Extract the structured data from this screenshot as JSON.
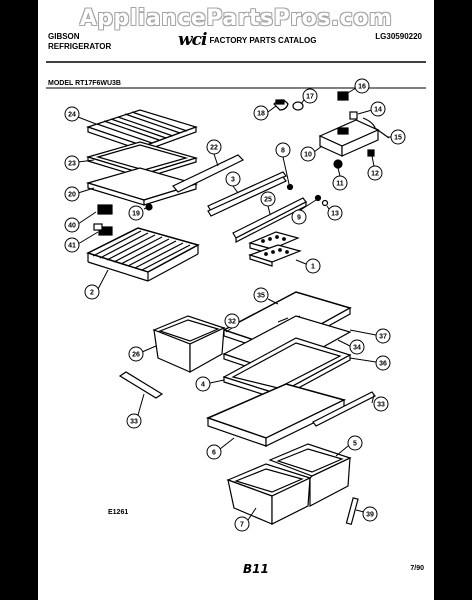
{
  "watermark": "AppliancePartsPros.com",
  "header": {
    "brand_line1": "GIBSON",
    "brand_line2": "REFRIGERATOR",
    "logo_text": "wci",
    "catalog_title": "FACTORY PARTS CATALOG",
    "catalog_number": "LG30590220"
  },
  "model_label": "MODEL RT17F6WU3B",
  "diagram_code": "E1261",
  "page_label": "B11",
  "date_label": "7/90",
  "callouts": [
    "24",
    "23",
    "20",
    "40",
    "41",
    "19",
    "22",
    "3",
    "8",
    "25",
    "9",
    "13",
    "1",
    "2",
    "18",
    "17",
    "16",
    "14",
    "15",
    "10",
    "11",
    "12",
    "35",
    "32",
    "37",
    "26",
    "34",
    "36",
    "4",
    "33",
    "33",
    "6",
    "5",
    "7",
    "39"
  ]
}
